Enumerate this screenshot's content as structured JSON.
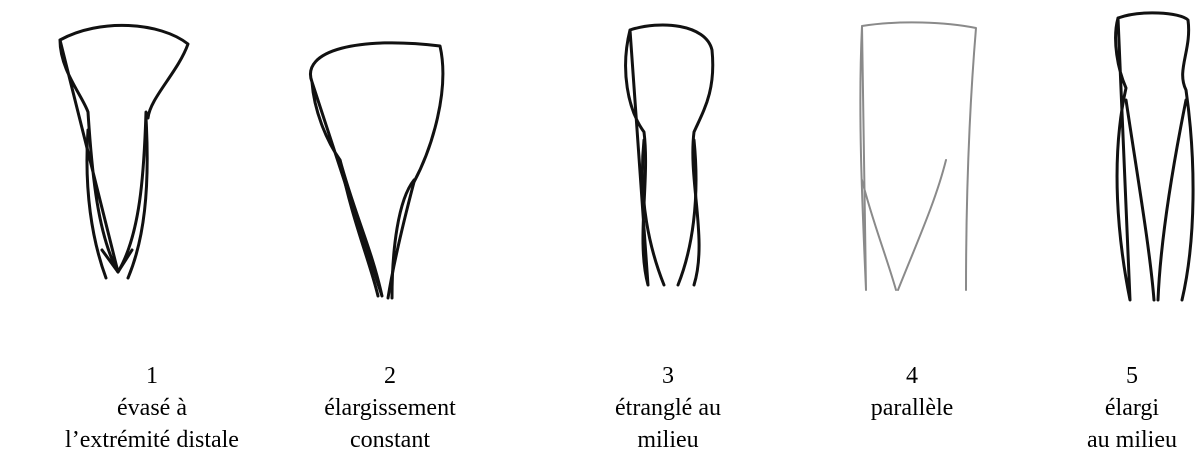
{
  "figures": [
    {
      "number": "1",
      "lines": [
        "évasé à",
        "l’extrémité distale"
      ]
    },
    {
      "number": "2",
      "lines": [
        "élargissement",
        "constant"
      ]
    },
    {
      "number": "3",
      "lines": [
        "étranglé au",
        "milieu"
      ]
    },
    {
      "number": "4",
      "lines": [
        "parallèle"
      ]
    },
    {
      "number": "5",
      "lines": [
        "élargi",
        "au milieu"
      ]
    }
  ]
}
